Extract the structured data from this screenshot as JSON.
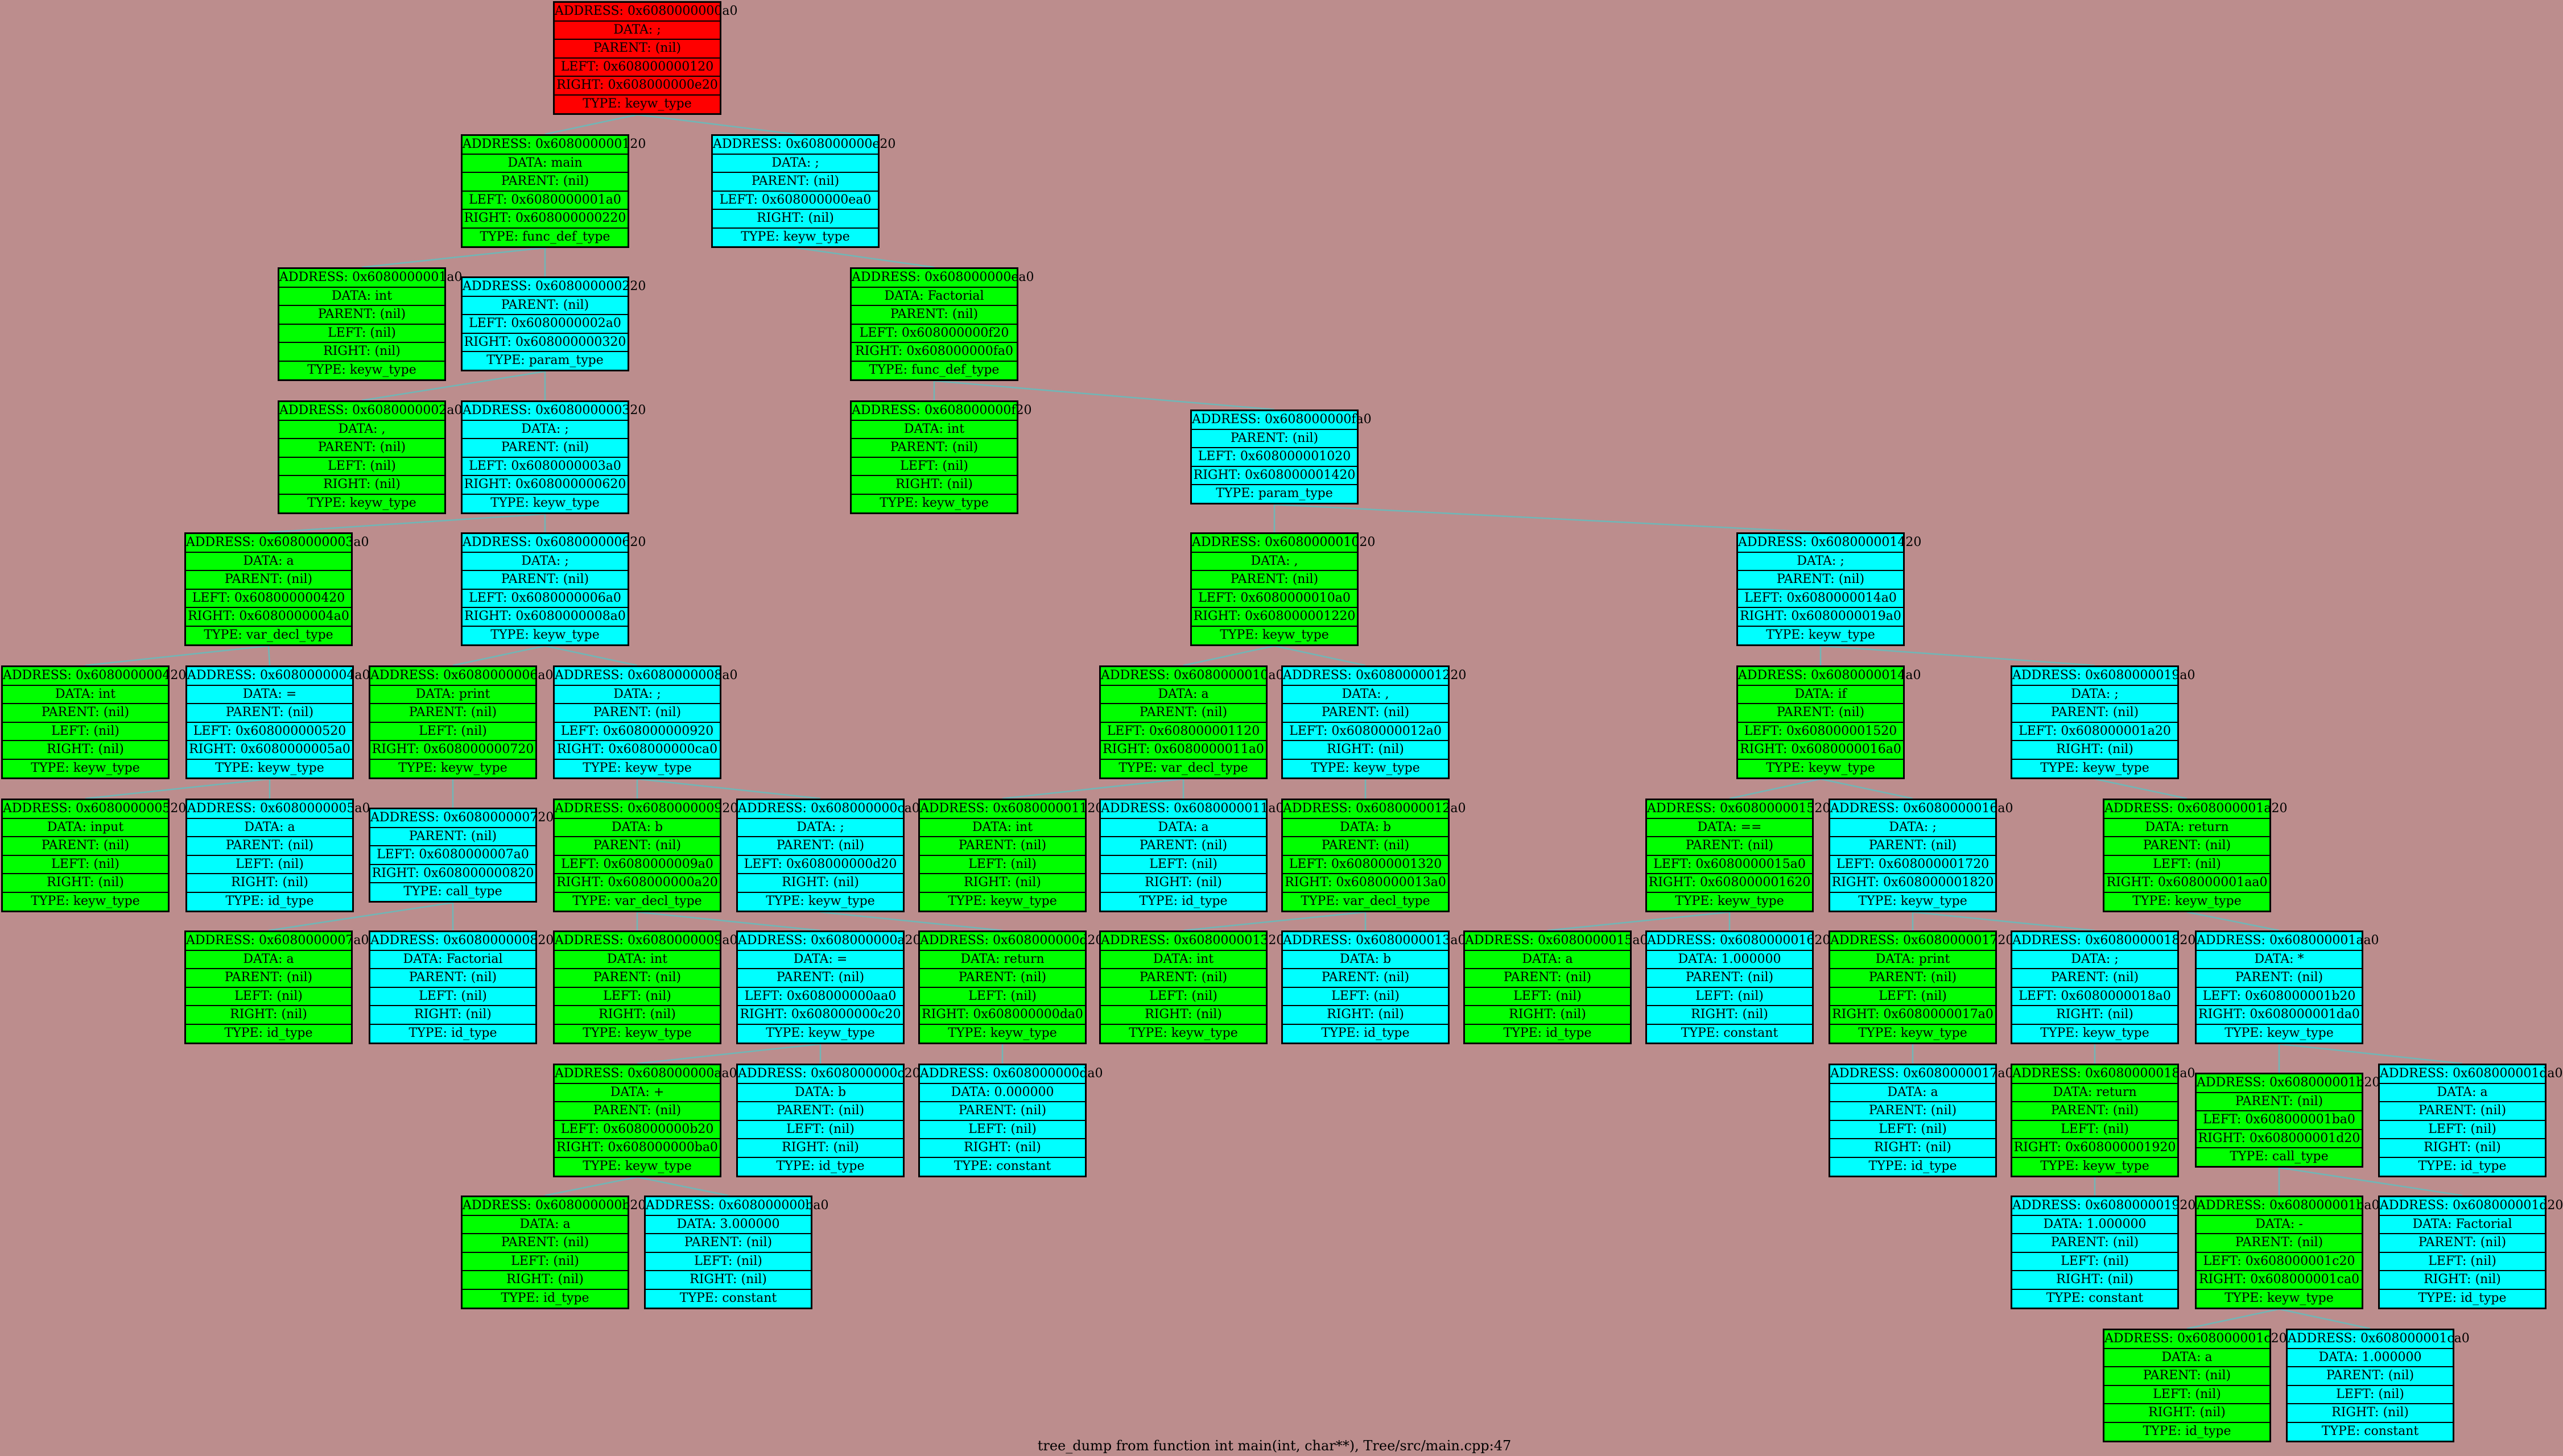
{
  "caption": "tree_dump from function int main(int, char**), Tree/src/main.cpp:47",
  "colors": {
    "red": "#ff0000",
    "green": "#00ff00",
    "cyan": "#00ffff",
    "edge": "#6fb7b7",
    "background": "#bc8d8d"
  },
  "nodes": {
    "n0a0": {
      "color": "red",
      "rows": [
        "ADDRESS: 0x6080000000a0",
        "DATA: ;",
        "PARENT: (nil)",
        "LEFT: 0x608000000120",
        "RIGHT: 0x608000000e20",
        "TYPE: keyw_type"
      ]
    },
    "n120": {
      "color": "green",
      "rows": [
        "ADDRESS: 0x608000000120",
        "DATA: main",
        "PARENT: (nil)",
        "LEFT: 0x6080000001a0",
        "RIGHT: 0x608000000220",
        "TYPE: func_def_type"
      ]
    },
    "ne20": {
      "color": "cyan",
      "rows": [
        "ADDRESS: 0x608000000e20",
        "DATA: ;",
        "PARENT: (nil)",
        "LEFT: 0x608000000ea0",
        "RIGHT: (nil)",
        "TYPE: keyw_type"
      ]
    },
    "n1a0": {
      "color": "green",
      "rows": [
        "ADDRESS: 0x6080000001a0",
        "DATA: int",
        "PARENT: (nil)",
        "LEFT: (nil)",
        "RIGHT: (nil)",
        "TYPE: keyw_type"
      ]
    },
    "n220": {
      "color": "cyan",
      "rows": [
        "ADDRESS: 0x608000000220",
        "PARENT: (nil)",
        "LEFT: 0x6080000002a0",
        "RIGHT: 0x608000000320",
        "TYPE: param_type"
      ]
    },
    "nea0": {
      "color": "green",
      "rows": [
        "ADDRESS: 0x608000000ea0",
        "DATA: Factorial",
        "PARENT: (nil)",
        "LEFT: 0x608000000f20",
        "RIGHT: 0x608000000fa0",
        "TYPE: func_def_type"
      ]
    },
    "n2a0": {
      "color": "green",
      "rows": [
        "ADDRESS: 0x6080000002a0",
        "DATA: ,",
        "PARENT: (nil)",
        "LEFT: (nil)",
        "RIGHT: (nil)",
        "TYPE: keyw_type"
      ]
    },
    "n320": {
      "color": "cyan",
      "rows": [
        "ADDRESS: 0x608000000320",
        "DATA: ;",
        "PARENT: (nil)",
        "LEFT: 0x6080000003a0",
        "RIGHT: 0x608000000620",
        "TYPE: keyw_type"
      ]
    },
    "nf20": {
      "color": "green",
      "rows": [
        "ADDRESS: 0x608000000f20",
        "DATA: int",
        "PARENT: (nil)",
        "LEFT: (nil)",
        "RIGHT: (nil)",
        "TYPE: keyw_type"
      ]
    },
    "nfa0": {
      "color": "cyan",
      "rows": [
        "ADDRESS: 0x608000000fa0",
        "PARENT: (nil)",
        "LEFT: 0x608000001020",
        "RIGHT: 0x608000001420",
        "TYPE: param_type"
      ]
    },
    "n3a0": {
      "color": "green",
      "rows": [
        "ADDRESS: 0x6080000003a0",
        "DATA: a",
        "PARENT: (nil)",
        "LEFT: 0x608000000420",
        "RIGHT: 0x6080000004a0",
        "TYPE: var_decl_type"
      ]
    },
    "n620": {
      "color": "cyan",
      "rows": [
        "ADDRESS: 0x608000000620",
        "DATA: ;",
        "PARENT: (nil)",
        "LEFT: 0x6080000006a0",
        "RIGHT: 0x6080000008a0",
        "TYPE: keyw_type"
      ]
    },
    "n1020": {
      "color": "green",
      "rows": [
        "ADDRESS: 0x608000001020",
        "DATA: ,",
        "PARENT: (nil)",
        "LEFT: 0x6080000010a0",
        "RIGHT: 0x608000001220",
        "TYPE: keyw_type"
      ]
    },
    "n1420": {
      "color": "cyan",
      "rows": [
        "ADDRESS: 0x608000001420",
        "DATA: ;",
        "PARENT: (nil)",
        "LEFT: 0x6080000014a0",
        "RIGHT: 0x6080000019a0",
        "TYPE: keyw_type"
      ]
    },
    "n420": {
      "color": "green",
      "rows": [
        "ADDRESS: 0x608000000420",
        "DATA: int",
        "PARENT: (nil)",
        "LEFT: (nil)",
        "RIGHT: (nil)",
        "TYPE: keyw_type"
      ]
    },
    "n4a0": {
      "color": "cyan",
      "rows": [
        "ADDRESS: 0x6080000004a0",
        "DATA: =",
        "PARENT: (nil)",
        "LEFT: 0x608000000520",
        "RIGHT: 0x6080000005a0",
        "TYPE: keyw_type"
      ]
    },
    "n6a0": {
      "color": "green",
      "rows": [
        "ADDRESS: 0x6080000006a0",
        "DATA: print",
        "PARENT: (nil)",
        "LEFT: (nil)",
        "RIGHT: 0x608000000720",
        "TYPE: keyw_type"
      ]
    },
    "n8a0": {
      "color": "cyan",
      "rows": [
        "ADDRESS: 0x6080000008a0",
        "DATA: ;",
        "PARENT: (nil)",
        "LEFT: 0x608000000920",
        "RIGHT: 0x608000000ca0",
        "TYPE: keyw_type"
      ]
    },
    "n10a0": {
      "color": "green",
      "rows": [
        "ADDRESS: 0x6080000010a0",
        "DATA: a",
        "PARENT: (nil)",
        "LEFT: 0x608000001120",
        "RIGHT: 0x6080000011a0",
        "TYPE: var_decl_type"
      ]
    },
    "n1220": {
      "color": "cyan",
      "rows": [
        "ADDRESS: 0x608000001220",
        "DATA: ,",
        "PARENT: (nil)",
        "LEFT: 0x6080000012a0",
        "RIGHT: (nil)",
        "TYPE: keyw_type"
      ]
    },
    "n14a0": {
      "color": "green",
      "rows": [
        "ADDRESS: 0x6080000014a0",
        "DATA: if",
        "PARENT: (nil)",
        "LEFT: 0x608000001520",
        "RIGHT: 0x6080000016a0",
        "TYPE: keyw_type"
      ]
    },
    "n19a0": {
      "color": "cyan",
      "rows": [
        "ADDRESS: 0x6080000019a0",
        "DATA: ;",
        "PARENT: (nil)",
        "LEFT: 0x608000001a20",
        "RIGHT: (nil)",
        "TYPE: keyw_type"
      ]
    },
    "n520": {
      "color": "green",
      "rows": [
        "ADDRESS: 0x608000000520",
        "DATA: input",
        "PARENT: (nil)",
        "LEFT: (nil)",
        "RIGHT: (nil)",
        "TYPE: keyw_type"
      ]
    },
    "n5a0": {
      "color": "cyan",
      "rows": [
        "ADDRESS: 0x6080000005a0",
        "DATA: a",
        "PARENT: (nil)",
        "LEFT: (nil)",
        "RIGHT: (nil)",
        "TYPE: id_type"
      ]
    },
    "n720": {
      "color": "cyan",
      "rows": [
        "ADDRESS: 0x608000000720",
        "PARENT: (nil)",
        "LEFT: 0x6080000007a0",
        "RIGHT: 0x608000000820",
        "TYPE: call_type"
      ]
    },
    "n920": {
      "color": "green",
      "rows": [
        "ADDRESS: 0x608000000920",
        "DATA: b",
        "PARENT: (nil)",
        "LEFT: 0x6080000009a0",
        "RIGHT: 0x608000000a20",
        "TYPE: var_decl_type"
      ]
    },
    "nca0": {
      "color": "cyan",
      "rows": [
        "ADDRESS: 0x608000000ca0",
        "DATA: ;",
        "PARENT: (nil)",
        "LEFT: 0x608000000d20",
        "RIGHT: (nil)",
        "TYPE: keyw_type"
      ]
    },
    "n1120": {
      "color": "green",
      "rows": [
        "ADDRESS: 0x608000001120",
        "DATA: int",
        "PARENT: (nil)",
        "LEFT: (nil)",
        "RIGHT: (nil)",
        "TYPE: keyw_type"
      ]
    },
    "n11a0": {
      "color": "cyan",
      "rows": [
        "ADDRESS: 0x6080000011a0",
        "DATA: a",
        "PARENT: (nil)",
        "LEFT: (nil)",
        "RIGHT: (nil)",
        "TYPE: id_type"
      ]
    },
    "n12a0": {
      "color": "green",
      "rows": [
        "ADDRESS: 0x6080000012a0",
        "DATA: b",
        "PARENT: (nil)",
        "LEFT: 0x608000001320",
        "RIGHT: 0x6080000013a0",
        "TYPE: var_decl_type"
      ]
    },
    "n1520": {
      "color": "green",
      "rows": [
        "ADDRESS: 0x608000001520",
        "DATA: ==",
        "PARENT: (nil)",
        "LEFT: 0x6080000015a0",
        "RIGHT: 0x608000001620",
        "TYPE: keyw_type"
      ]
    },
    "n16a0": {
      "color": "cyan",
      "rows": [
        "ADDRESS: 0x6080000016a0",
        "DATA: ;",
        "PARENT: (nil)",
        "LEFT: 0x608000001720",
        "RIGHT: 0x608000001820",
        "TYPE: keyw_type"
      ]
    },
    "n1a20": {
      "color": "green",
      "rows": [
        "ADDRESS: 0x608000001a20",
        "DATA: return",
        "PARENT: (nil)",
        "LEFT: (nil)",
        "RIGHT: 0x608000001aa0",
        "TYPE: keyw_type"
      ]
    },
    "n7a0": {
      "color": "green",
      "rows": [
        "ADDRESS: 0x6080000007a0",
        "DATA: a",
        "PARENT: (nil)",
        "LEFT: (nil)",
        "RIGHT: (nil)",
        "TYPE: id_type"
      ]
    },
    "n820": {
      "color": "cyan",
      "rows": [
        "ADDRESS: 0x608000000820",
        "DATA: Factorial",
        "PARENT: (nil)",
        "LEFT: (nil)",
        "RIGHT: (nil)",
        "TYPE: id_type"
      ]
    },
    "n9a0": {
      "color": "green",
      "rows": [
        "ADDRESS: 0x6080000009a0",
        "DATA: int",
        "PARENT: (nil)",
        "LEFT: (nil)",
        "RIGHT: (nil)",
        "TYPE: keyw_type"
      ]
    },
    "na20": {
      "color": "cyan",
      "rows": [
        "ADDRESS: 0x608000000a20",
        "DATA: =",
        "PARENT: (nil)",
        "LEFT: 0x608000000aa0",
        "RIGHT: 0x608000000c20",
        "TYPE: keyw_type"
      ]
    },
    "nd20": {
      "color": "green",
      "rows": [
        "ADDRESS: 0x608000000d20",
        "DATA: return",
        "PARENT: (nil)",
        "LEFT: (nil)",
        "RIGHT: 0x608000000da0",
        "TYPE: keyw_type"
      ]
    },
    "n1320": {
      "color": "green",
      "rows": [
        "ADDRESS: 0x608000001320",
        "DATA: int",
        "PARENT: (nil)",
        "LEFT: (nil)",
        "RIGHT: (nil)",
        "TYPE: keyw_type"
      ]
    },
    "n13a0": {
      "color": "cyan",
      "rows": [
        "ADDRESS: 0x6080000013a0",
        "DATA: b",
        "PARENT: (nil)",
        "LEFT: (nil)",
        "RIGHT: (nil)",
        "TYPE: id_type"
      ]
    },
    "n15a0": {
      "color": "green",
      "rows": [
        "ADDRESS: 0x6080000015a0",
        "DATA: a",
        "PARENT: (nil)",
        "LEFT: (nil)",
        "RIGHT: (nil)",
        "TYPE: id_type"
      ]
    },
    "n1620": {
      "color": "cyan",
      "rows": [
        "ADDRESS: 0x608000001620",
        "DATA: 1.000000",
        "PARENT: (nil)",
        "LEFT: (nil)",
        "RIGHT: (nil)",
        "TYPE: constant"
      ]
    },
    "n1720": {
      "color": "green",
      "rows": [
        "ADDRESS: 0x608000001720",
        "DATA: print",
        "PARENT: (nil)",
        "LEFT: (nil)",
        "RIGHT: 0x6080000017a0",
        "TYPE: keyw_type"
      ]
    },
    "n1820": {
      "color": "cyan",
      "rows": [
        "ADDRESS: 0x608000001820",
        "DATA: ;",
        "PARENT: (nil)",
        "LEFT: 0x6080000018a0",
        "RIGHT: (nil)",
        "TYPE: keyw_type"
      ]
    },
    "n1aa0": {
      "color": "cyan",
      "rows": [
        "ADDRESS: 0x608000001aa0",
        "DATA: *",
        "PARENT: (nil)",
        "LEFT: 0x608000001b20",
        "RIGHT: 0x608000001da0",
        "TYPE: keyw_type"
      ]
    },
    "naa0": {
      "color": "green",
      "rows": [
        "ADDRESS: 0x608000000aa0",
        "DATA: +",
        "PARENT: (nil)",
        "LEFT: 0x608000000b20",
        "RIGHT: 0x608000000ba0",
        "TYPE: keyw_type"
      ]
    },
    "nc20": {
      "color": "cyan",
      "rows": [
        "ADDRESS: 0x608000000c20",
        "DATA: b",
        "PARENT: (nil)",
        "LEFT: (nil)",
        "RIGHT: (nil)",
        "TYPE: id_type"
      ]
    },
    "nda0": {
      "color": "cyan",
      "rows": [
        "ADDRESS: 0x608000000da0",
        "DATA: 0.000000",
        "PARENT: (nil)",
        "LEFT: (nil)",
        "RIGHT: (nil)",
        "TYPE: constant"
      ]
    },
    "n17a0": {
      "color": "cyan",
      "rows": [
        "ADDRESS: 0x6080000017a0",
        "DATA: a",
        "PARENT: (nil)",
        "LEFT: (nil)",
        "RIGHT: (nil)",
        "TYPE: id_type"
      ]
    },
    "n18a0": {
      "color": "green",
      "rows": [
        "ADDRESS: 0x6080000018a0",
        "DATA: return",
        "PARENT: (nil)",
        "LEFT: (nil)",
        "RIGHT: 0x608000001920",
        "TYPE: keyw_type"
      ]
    },
    "n1b20": {
      "color": "green",
      "rows": [
        "ADDRESS: 0x608000001b20",
        "PARENT: (nil)",
        "LEFT: 0x608000001ba0",
        "RIGHT: 0x608000001d20",
        "TYPE: call_type"
      ]
    },
    "n1da0": {
      "color": "cyan",
      "rows": [
        "ADDRESS: 0x608000001da0",
        "DATA: a",
        "PARENT: (nil)",
        "LEFT: (nil)",
        "RIGHT: (nil)",
        "TYPE: id_type"
      ]
    },
    "nb20": {
      "color": "green",
      "rows": [
        "ADDRESS: 0x608000000b20",
        "DATA: a",
        "PARENT: (nil)",
        "LEFT: (nil)",
        "RIGHT: (nil)",
        "TYPE: id_type"
      ]
    },
    "nba0": {
      "color": "cyan",
      "rows": [
        "ADDRESS: 0x608000000ba0",
        "DATA: 3.000000",
        "PARENT: (nil)",
        "LEFT: (nil)",
        "RIGHT: (nil)",
        "TYPE: constant"
      ]
    },
    "n1920": {
      "color": "cyan",
      "rows": [
        "ADDRESS: 0x608000001920",
        "DATA: 1.000000",
        "PARENT: (nil)",
        "LEFT: (nil)",
        "RIGHT: (nil)",
        "TYPE: constant"
      ]
    },
    "n1ba0": {
      "color": "green",
      "rows": [
        "ADDRESS: 0x608000001ba0",
        "DATA: -",
        "PARENT: (nil)",
        "LEFT: 0x608000001c20",
        "RIGHT: 0x608000001ca0",
        "TYPE: keyw_type"
      ]
    },
    "n1d20": {
      "color": "cyan",
      "rows": [
        "ADDRESS: 0x608000001d20",
        "DATA: Factorial",
        "PARENT: (nil)",
        "LEFT: (nil)",
        "RIGHT: (nil)",
        "TYPE: id_type"
      ]
    },
    "n1c20": {
      "color": "green",
      "rows": [
        "ADDRESS: 0x608000001c20",
        "DATA: a",
        "PARENT: (nil)",
        "LEFT: (nil)",
        "RIGHT: (nil)",
        "TYPE: id_type"
      ]
    },
    "n1ca0": {
      "color": "cyan",
      "rows": [
        "ADDRESS: 0x608000001ca0",
        "DATA: 1.000000",
        "PARENT: (nil)",
        "LEFT: (nil)",
        "RIGHT: (nil)",
        "TYPE: constant"
      ]
    }
  },
  "edges": [
    [
      "n0a0",
      "n120"
    ],
    [
      "n0a0",
      "ne20"
    ],
    [
      "n120",
      "n1a0"
    ],
    [
      "n120",
      "n220"
    ],
    [
      "ne20",
      "nea0"
    ],
    [
      "n220",
      "n2a0"
    ],
    [
      "n220",
      "n320"
    ],
    [
      "nea0",
      "nf20"
    ],
    [
      "nea0",
      "nfa0"
    ],
    [
      "n320",
      "n3a0"
    ],
    [
      "n320",
      "n620"
    ],
    [
      "nfa0",
      "n1020"
    ],
    [
      "nfa0",
      "n1420"
    ],
    [
      "n3a0",
      "n420"
    ],
    [
      "n3a0",
      "n4a0"
    ],
    [
      "n620",
      "n6a0"
    ],
    [
      "n620",
      "n8a0"
    ],
    [
      "n1020",
      "n10a0"
    ],
    [
      "n1020",
      "n1220"
    ],
    [
      "n1420",
      "n14a0"
    ],
    [
      "n1420",
      "n19a0"
    ],
    [
      "n4a0",
      "n520"
    ],
    [
      "n4a0",
      "n5a0"
    ],
    [
      "n6a0",
      "n720"
    ],
    [
      "n8a0",
      "n920"
    ],
    [
      "n8a0",
      "nca0"
    ],
    [
      "n10a0",
      "n1120"
    ],
    [
      "n10a0",
      "n11a0"
    ],
    [
      "n1220",
      "n12a0"
    ],
    [
      "n14a0",
      "n1520"
    ],
    [
      "n14a0",
      "n16a0"
    ],
    [
      "n19a0",
      "n1a20"
    ],
    [
      "n720",
      "n7a0"
    ],
    [
      "n720",
      "n820"
    ],
    [
      "n920",
      "n9a0"
    ],
    [
      "n920",
      "na20"
    ],
    [
      "nca0",
      "nd20"
    ],
    [
      "n12a0",
      "n1320"
    ],
    [
      "n12a0",
      "n13a0"
    ],
    [
      "n1520",
      "n15a0"
    ],
    [
      "n1520",
      "n1620"
    ],
    [
      "n16a0",
      "n1720"
    ],
    [
      "n16a0",
      "n1820"
    ],
    [
      "n1a20",
      "n1aa0"
    ],
    [
      "na20",
      "naa0"
    ],
    [
      "na20",
      "nc20"
    ],
    [
      "nd20",
      "nda0"
    ],
    [
      "n1720",
      "n17a0"
    ],
    [
      "n1820",
      "n18a0"
    ],
    [
      "n1aa0",
      "n1b20"
    ],
    [
      "n1aa0",
      "n1da0"
    ],
    [
      "naa0",
      "nb20"
    ],
    [
      "naa0",
      "nba0"
    ],
    [
      "n18a0",
      "n1920"
    ],
    [
      "n1b20",
      "n1ba0"
    ],
    [
      "n1b20",
      "n1d20"
    ],
    [
      "n1ba0",
      "n1c20"
    ],
    [
      "n1ba0",
      "n1ca0"
    ]
  ]
}
